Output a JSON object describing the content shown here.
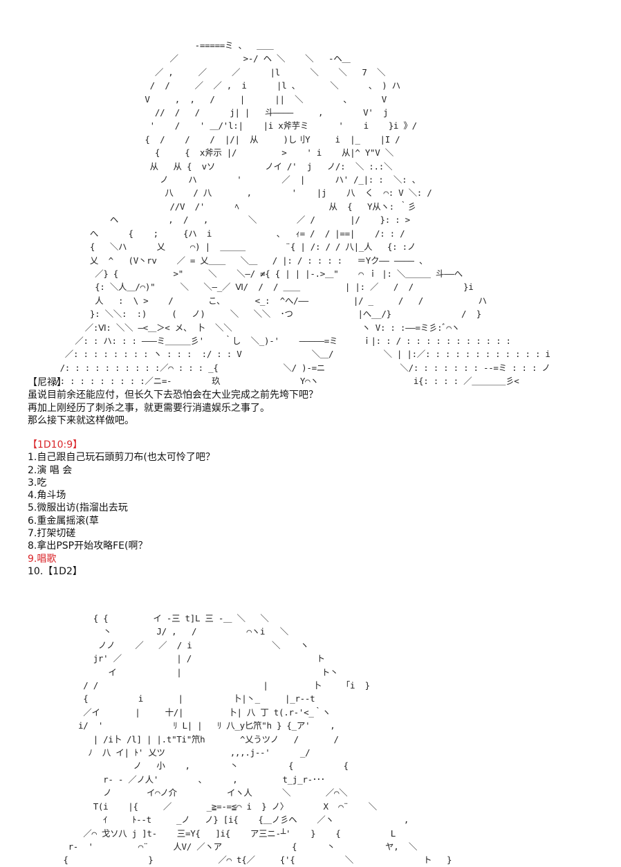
{
  "art_top": "                                  -=====ミ 、  ＿＿\n                             ／             >-/ ヘ ＼    ＼   -ヘ＿\n                          ／ ,     ／     ／      |l      ＼    ＼   7  ＼\n                         /  /     ／  ／ ,  i      |l 、      ＼      、 ) ハ\n                        V     ,  ,   /     |      ||  ＼        、      V\n                          //  /   /      j| |   斗――――     ,        V'  j\n                         '    /    ' ＿/'l:|    |i x斧芋ミ      '    i    }i 》/\n                        {  /    /    /  |/|  从     )し刂Y     i  |_    |I /\n                          {     {  x斧示 |/         >    ' i    从|^ Y\"V ＼\n                         从   从 {  vソ          ノイ /'  j   ノ/:  ＼ :.:＼\n                           ノ    ハ        '        ／  |      ハ' /_|: :  ＼: 、\n                            八    / 八       ,        '    |j    八  く  ⌒: V ＼: /\n                             //V  /'      ﾍ                  从  {   Y从ヽ: ｀彡\n                 ヘ          ,  /   ,        ＼        ／ /       |/    }: : >\n             へ      {    ;     {ハ  i             ､   ｨ= /  / |==|    /: : /\n             {   ＼ハ      乂     ⌒) |  ＿＿＿        ¨{ | /: / / 八|_人   {: :ノ\n             乂  ^   (V丶rv    ／ = 乂＿＿   ＼＿   / |: / : : : :   ＝Yク―― ―――― 、\n              ／} {           >\"     ＼    ＼―/ ≠{ { | | |-.>＿\"    ⌒ ｉ |: ＼＿＿＿ 斗――へ\n              {: ＼人＿/⌒)\"     ＼   ＼―_／ Ⅵ/  /  / ＿＿         | |: ／   /  /          }i\n              人   :  \\ >    /       こ、      <_:  ^へ/――         |/ _     /   /           ハ\n             }: ＼＼:  :)     (   ノ)     ＼   ＼＼  ･つ             |へ__/}              /  }\n            ／:Ⅵ: ＼＼ ―<＿＞< メ、 卜  ＼＼                          ヽ V: : :――=ミ彡:ﾞ⌒ヽ\n          ／: : ハ: : : ―――ミ＿＿＿彡'    ｀し  ＼_)-'    ―――――=ミ     ｉ|: : / : : : : : : : : : : :\n        ／: : : : : : : : ヽ : : :  :/ : : V              ＼＿/          ＼ | |:／: : : : : : : : : : : : i\n       /: : : : : : : : : :／⌒ : : : _{             ＼/ )-=ニ               ＼/: : : : : : : --=ミ : : : ノ\n      /: : : : : : : : :／ニ=-        玖                Y⌒ヽ                   i{: : : : ／＿＿＿＿彡<",
  "narration": {
    "speaker": "【尼禄】",
    "lines": [
      "虽说目前余还能应付，但长久下去恐怕会在大业完成之前先垮下吧？",
      "再加上刚经历了刺杀之事，就更需要行消遣娱乐之事了。",
      "那么接下来就这样做吧。"
    ]
  },
  "choices": {
    "roll": "【1D10:9】",
    "items": [
      "1.自己跟自己玩石頭剪刀布(也太可怜了吧？",
      "2.演 唱 会",
      "3.吃",
      "4.角斗场",
      "5.微服出访(指溜出去玩",
      "6.重金属摇滚(草",
      "7.打架切磋",
      "8.拿出PSP开始攻略FE(啊？",
      "9.唱歌",
      "10.【1D2】"
    ],
    "selected_index": 8,
    "highlight_color": "#d9252a"
  },
  "art_bottom": "            { {         イ -三 t]L 三 -＿ ＼   ＼\n              丶         J/ ,   /          ⌒ヽi   ＼\n             ノノ    ／   ／  / i                ＼    ヽ\n            jr' ／           | /                         ト\n               イ            |                            ト丶\n          / /                                 |         卜    「i  }\n          {          i       |          卜|丶_     |_r‐‐t\n          ／イ       |     十/|         卜| 八 丁 t(.r‐'<_｀ヽ\n         i/  '              ﾘ L| |   ﾘ 八_y匕笊\"h } {_ア'    ,\n            | /i卜 /l] | |.t\"Ti\"笊h       ^乂うツノ   /       /\n           ﾉ  八 イ| ﾄ' 乂ツ             ,,,.j‐-'      _/\n                    ノ   小    ,        丶          {          {\n              r‐ ‐ ／ノ人'        ､      ,         t_j_r‐･･･\n              ノ       イ⌒ノ介          イヽ人      ＼       ／⌒＼\n            T(i    |{     ／       _≧=‐=≦⌒ i  } ノ〉       X  ⌒¨    ＼\n              ｲ     ﾄ‐‐t     _ノ   ノ} [i{    {＿ノ彡ヘ    ／ヽ              ,\n          ／⌒ 戈ソ八 j ]t-    三=Y{   ]i{    ア三ニ‐┴'    }    {          L\n       r‐  '         ⌒¨     人V/ ／ヽア              {      丶          ヤ,  ＼\n      {                }             ／⌒ t{／     {'{          ＼              ト   }"
}
